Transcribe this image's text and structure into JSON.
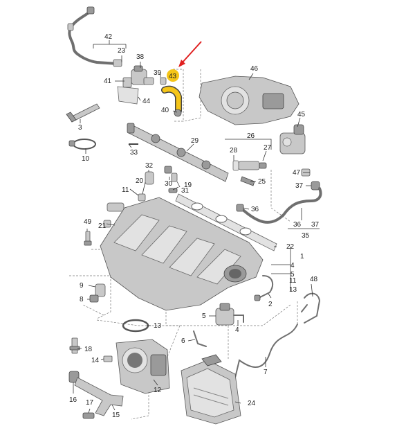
{
  "diagram": {
    "callouts": {
      "c1": "1",
      "c2": "2",
      "c3": "3",
      "c4": "4",
      "c5": "5",
      "c5b": "5",
      "c6": "6",
      "c7": "7",
      "c8": "8",
      "c9": "9",
      "c10": "10",
      "c11": "11",
      "c12": "12",
      "c13": "13",
      "c13b": "13",
      "c14": "14",
      "c15": "15",
      "c16": "16",
      "c17": "17",
      "c18": "18",
      "c19": "19",
      "c20": "20",
      "c21": "21",
      "c22": "22",
      "c23": "23",
      "c24": "24",
      "c25": "25",
      "c26": "26",
      "c27": "27",
      "c28": "28",
      "c29": "29",
      "c30": "30",
      "c31": "31",
      "c32": "32",
      "c33": "33",
      "c35": "35",
      "c36": "36",
      "c36b": "36",
      "c37": "37",
      "c37b": "37",
      "c38": "38",
      "c39": "39",
      "c40": "40",
      "c41": "41",
      "c42": "42",
      "c43": "43",
      "c44": "44",
      "c45": "45",
      "c46": "46",
      "c47": "47",
      "c48": "48",
      "c49": "49"
    },
    "colors": {
      "highlight": "#f5c518",
      "arrow": "#e02020",
      "part": "#c8c8c8"
    }
  }
}
